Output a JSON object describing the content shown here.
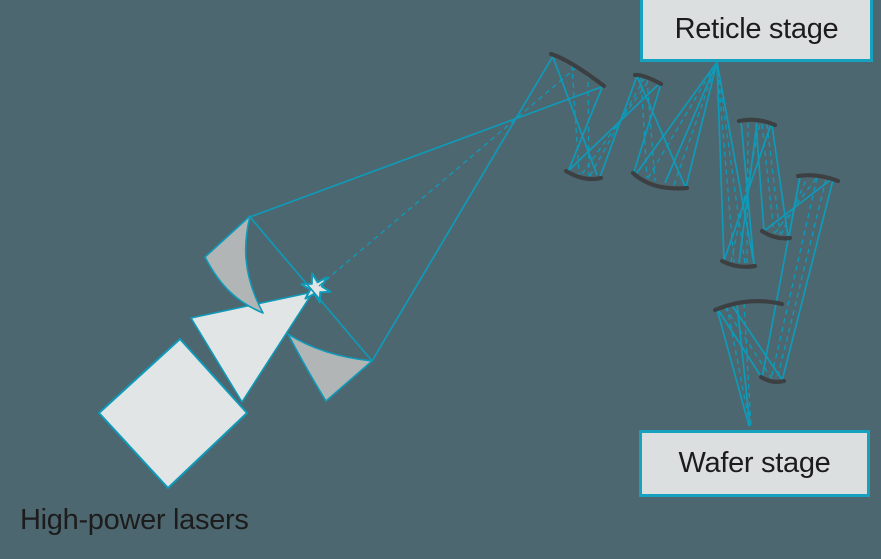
{
  "labels": {
    "reticle_stage": "Reticle stage",
    "wafer_stage": "Wafer stage",
    "high_power_lasers": "High-power lasers"
  },
  "colors": {
    "background": "#4d6770",
    "beam": "#0e9ab8",
    "mirror": "#3d4043",
    "panel_fill": "#dcdfdf",
    "panel_border": "#16a2bf",
    "collector_fill": "#b2b5b5",
    "laser_fill": "#e2e5e5",
    "text": "#1c1c1c"
  },
  "icons": {
    "plasma_star": "six-pointed-star-spark"
  }
}
